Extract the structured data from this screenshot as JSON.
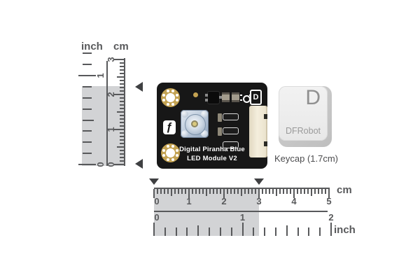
{
  "rulers": {
    "vertical": {
      "inch_label": "inch",
      "cm_label": "cm",
      "cm_numbers": [
        0,
        1,
        2,
        3
      ],
      "inch_numbers": [
        0,
        1
      ],
      "cm_range": [
        0,
        3
      ],
      "inch_range": [
        0,
        1.25
      ],
      "highlight_extent_cm": 2.25,
      "marker_positions_cm": [
        0,
        2.25
      ]
    },
    "horizontal": {
      "cm_label": "cm",
      "inch_label": "inch",
      "cm_numbers": [
        0,
        1,
        2,
        3,
        4,
        5
      ],
      "inch_numbers": [
        0,
        1,
        2
      ],
      "cm_range": [
        0,
        5
      ],
      "inch_range": [
        0,
        2
      ],
      "highlight_extent_cm": 3,
      "marker_positions_cm": [
        0,
        3
      ]
    }
  },
  "module": {
    "title_line1": "Digital Piranha Blue",
    "title_line2": "LED Module V2",
    "logo_glyph": "ƒ",
    "d_marker_label": "D"
  },
  "keycap": {
    "letter": "D",
    "brand": "DFRobot",
    "caption": "Keycap (1.7cm)"
  },
  "colors": {
    "ruler": "#58595b",
    "highlight_band": "#d2d3d5",
    "marker": "#3f4042",
    "board": "#171717",
    "gold": "#c3a252",
    "board_text": "#ffffff",
    "keycap_face": "#ededed",
    "keycap_side": "#bfbfbf",
    "keycap_text": "#909090",
    "caption_text": "#4c4c4e"
  }
}
